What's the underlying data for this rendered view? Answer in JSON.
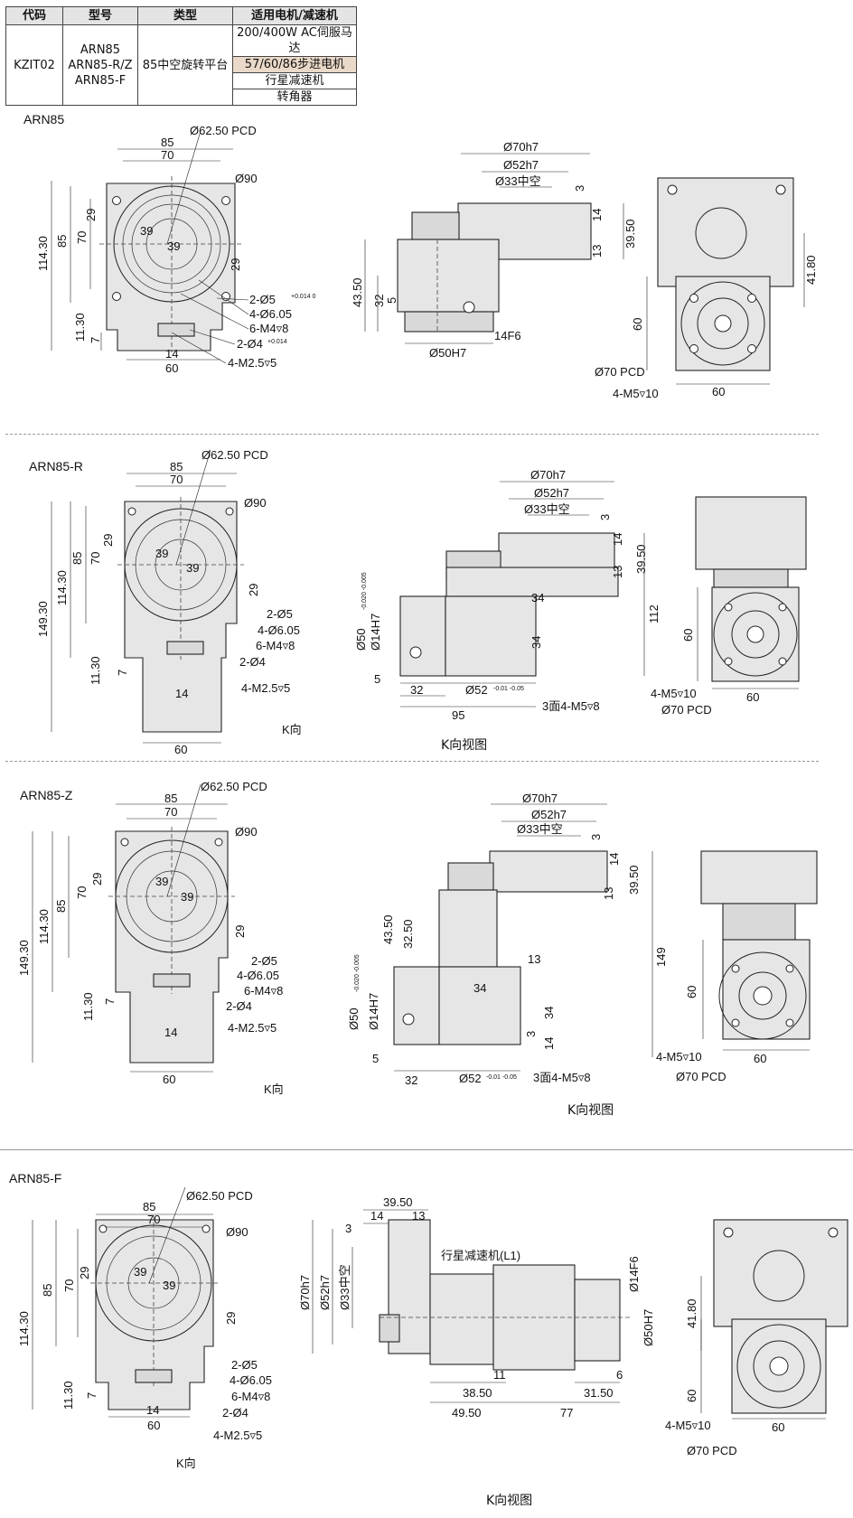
{
  "spec_table": {
    "headers": [
      "代码",
      "型号",
      "类型",
      "适用电机/减速机"
    ],
    "code": "KZIT02",
    "models": [
      "ARN85",
      "ARN85-R/Z",
      "ARN85-F"
    ],
    "type": "85中空旋转平台",
    "motors": [
      "200/400W  AC伺服马达",
      "57/60/86步进电机",
      "行星减速机",
      "转角器"
    ]
  },
  "sections": {
    "s1": {
      "title": "ARN85",
      "front": {
        "d_pcd": "Ø62.50 PCD",
        "d90": "Ø90",
        "w85": "85",
        "w70": "70",
        "h114": "114.30",
        "h85": "85",
        "h70": "70",
        "v29": "29",
        "c39a": "39",
        "c39b": "39",
        "r29": "29",
        "h11": "11.30",
        "v7": "7",
        "w14": "14",
        "w60": "60"
      },
      "callouts": [
        "2-Ø5",
        "4-Ø6.05",
        "6-M4▿8",
        "2-Ø4",
        "4-M2.5▿5"
      ],
      "tol_5": "+0.014 0",
      "tol_4": "+0.014",
      "side": {
        "d70": "Ø70h7",
        "d52": "Ø52h7",
        "d33": "Ø33中空",
        "d3": "3",
        "d14": "14",
        "d39": "39.50",
        "d13": "13",
        "d43": "43.50",
        "d32": "32",
        "d5": "5",
        "d50": "Ø50H7",
        "f14": "14F6"
      },
      "back": {
        "d41": "41.80",
        "d60v": "60",
        "d60h": "60",
        "pcd70": "Ø70 PCD",
        "m5": "4-M5▿10"
      }
    },
    "s2": {
      "title": "ARN85-R",
      "front": {
        "d_pcd": "Ø62.50 PCD",
        "d90": "Ø90",
        "w85": "85",
        "w70": "70",
        "h149": "149.30",
        "h114": "114.30",
        "h85": "85",
        "h70": "70",
        "v29": "29",
        "c39a": "39",
        "c39b": "39",
        "r29": "29",
        "h11": "11.30",
        "v7": "7",
        "w14": "14",
        "w60": "60"
      },
      "callouts": [
        "2-Ø5",
        "4-Ø6.05",
        "6-M4▿8",
        "2-Ø4",
        "4-M2.5▿5"
      ],
      "kdir": "K向",
      "side": {
        "d70": "Ø70h7",
        "d52": "Ø52h7",
        "d33": "Ø33中空",
        "d3": "3",
        "d14": "14",
        "d39": "39.50",
        "d13": "13",
        "d112": "112",
        "d34a": "34",
        "d34b": "34",
        "d50": "Ø50",
        "tol50": "-0.020 -0.005",
        "f14": "Ø14H7",
        "d5": "5",
        "d32": "32",
        "d52b": "Ø52",
        "tol52": "-0.01 -0.05",
        "d95": "95",
        "m5": "3面4-M5▿8"
      },
      "back": {
        "d60v": "60",
        "d60h": "60",
        "m5": "4-M5▿10",
        "pcd70": "Ø70 PCD"
      },
      "caption": "K向视图"
    },
    "s3": {
      "title": "ARN85-Z",
      "front": {
        "d_pcd": "Ø62.50 PCD",
        "d90": "Ø90",
        "w85": "85",
        "w70": "70",
        "h149": "149.30",
        "h114": "114.30",
        "h85": "85",
        "h70": "70",
        "v29": "29",
        "c39a": "39",
        "c39b": "39",
        "r29": "29",
        "h11": "11.30",
        "v7": "7",
        "w14": "14",
        "w60": "60"
      },
      "callouts": [
        "2-Ø5",
        "4-Ø6.05",
        "6-M4▿8",
        "2-Ø4",
        "4-M2.5▿5"
      ],
      "kdir": "K向",
      "side": {
        "d70": "Ø70h7",
        "d52": "Ø52h7",
        "d33": "Ø33中空",
        "d3": "3",
        "d14": "14",
        "d39": "39.50",
        "d13": "13",
        "d43": "43.50",
        "d325": "32.50",
        "d13b": "13",
        "d34a": "34",
        "d34b": "34",
        "d3b": "3",
        "d14b": "14",
        "d149": "149",
        "d50": "Ø50",
        "tol50": "-0.020 -0.005",
        "f14": "Ø14H7",
        "d5": "5",
        "d32": "32",
        "d52b": "Ø52",
        "tol52": "-0.01 -0.05",
        "m5": "3面4-M5▿8"
      },
      "back": {
        "d60v": "60",
        "d60h": "60",
        "m5": "4-M5▿10",
        "pcd70": "Ø70 PCD"
      },
      "caption": "K向视图"
    },
    "s4": {
      "title": "ARN85-F",
      "front": {
        "d_pcd": "Ø62.50 PCD",
        "d90": "Ø90",
        "w85": "85",
        "w70": "70",
        "h114": "114.30",
        "h85": "85",
        "h70": "70",
        "v29": "29",
        "c39a": "39",
        "c39b": "39",
        "r29": "29",
        "h11": "11.30",
        "v7": "7",
        "w14": "14",
        "w60": "60"
      },
      "callouts": [
        "2-Ø5",
        "4-Ø6.05",
        "6-M4▿8",
        "2-Ø4",
        "4-M2.5▿5"
      ],
      "kdir": "K向",
      "side": {
        "d39": "39.50",
        "d14": "14",
        "d13": "13",
        "d3": "3",
        "d70": "Ø70h7",
        "d52": "Ø52h7",
        "d33": "Ø33中空",
        "reducer": "行星减速机(L1)",
        "f14": "Ø14F6",
        "d50": "Ø50H7",
        "d11": "11",
        "d6": "6",
        "d38": "38.50",
        "d31": "31.50",
        "d49": "49.50",
        "d77": "77"
      },
      "back": {
        "d41": "41.80",
        "d60v": "60",
        "d60h": "60",
        "m5": "4-M5▿10",
        "pcd70": "Ø70 PCD"
      },
      "caption": "K向视图"
    }
  }
}
